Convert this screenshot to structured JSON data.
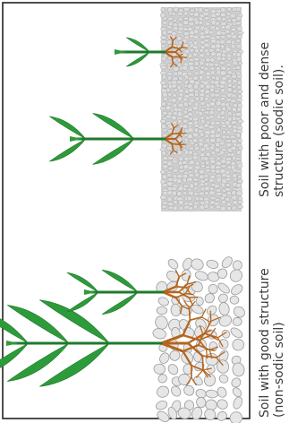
{
  "labels": {
    "good_soil": {
      "line1": "Soil with good structure",
      "line2": "(non-sodic soil)"
    },
    "poor_soil": {
      "line1": "Soil with poor and dense",
      "line2": "structure (sodic soil)."
    }
  },
  "colors": {
    "leaf": "#2e9b3a",
    "leaf_dark": "#1f7a2b",
    "root": "#b5651d",
    "pebble_fill": "#e6e6e6",
    "pebble_stroke": "#9a9a9a",
    "dense_fill": "#cfcfcf",
    "frame": "#222222"
  }
}
